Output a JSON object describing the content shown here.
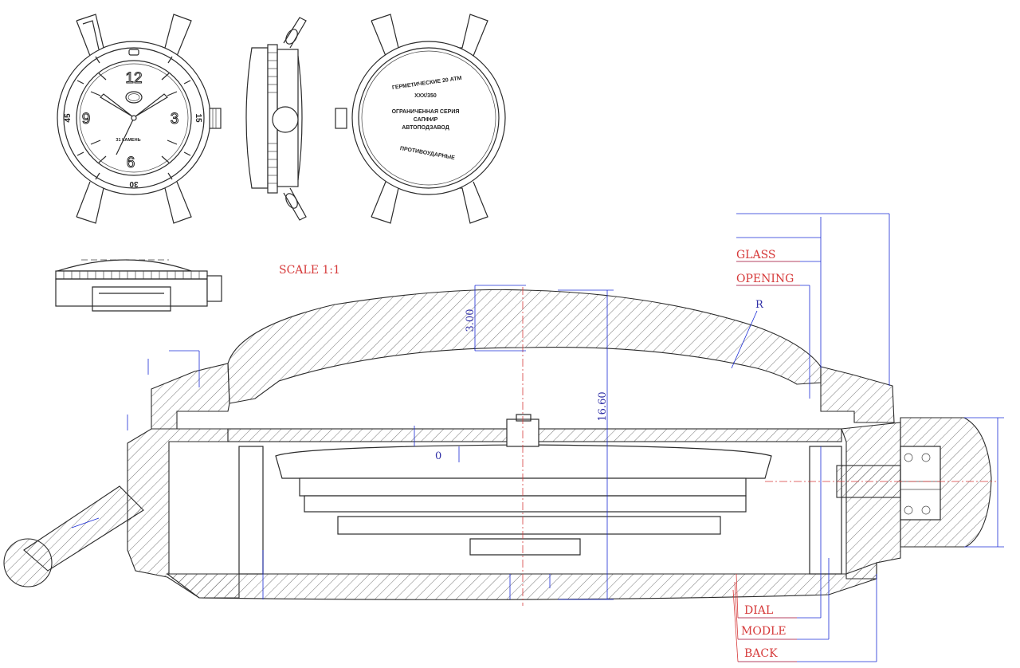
{
  "scale_label": "SCALE 1:1",
  "callouts": {
    "glass": "GLASS",
    "opening": "OPENING",
    "dial": "DIAL",
    "module": "MODLE",
    "back": "BACK"
  },
  "dimensions": {
    "glass_thickness": "3.00",
    "total_height": "16.60",
    "radius": "R",
    "small_gap": "0"
  },
  "front_view": {
    "numerals": [
      "12",
      "3",
      "6",
      "9"
    ],
    "bezel_marks": [
      "15",
      "30",
      "45"
    ],
    "dial_text": "31 КАМЕНЬ"
  },
  "case_back": {
    "line1": "ГЕРМЕТИЧЕСКИЕ 20 АТМ",
    "line2": "XXX/350",
    "line3": "ОГРАНИЧЕННАЯ СЕРИЯ",
    "line4": "САПФИР",
    "line5": "АВТОПОДЗАВОД",
    "line6": "ПРОТИВОУДАРНЫЕ"
  },
  "colors": {
    "callout": "#d63a3a",
    "dimension": "#1a2bd6",
    "ink": "#2b2b2b"
  }
}
